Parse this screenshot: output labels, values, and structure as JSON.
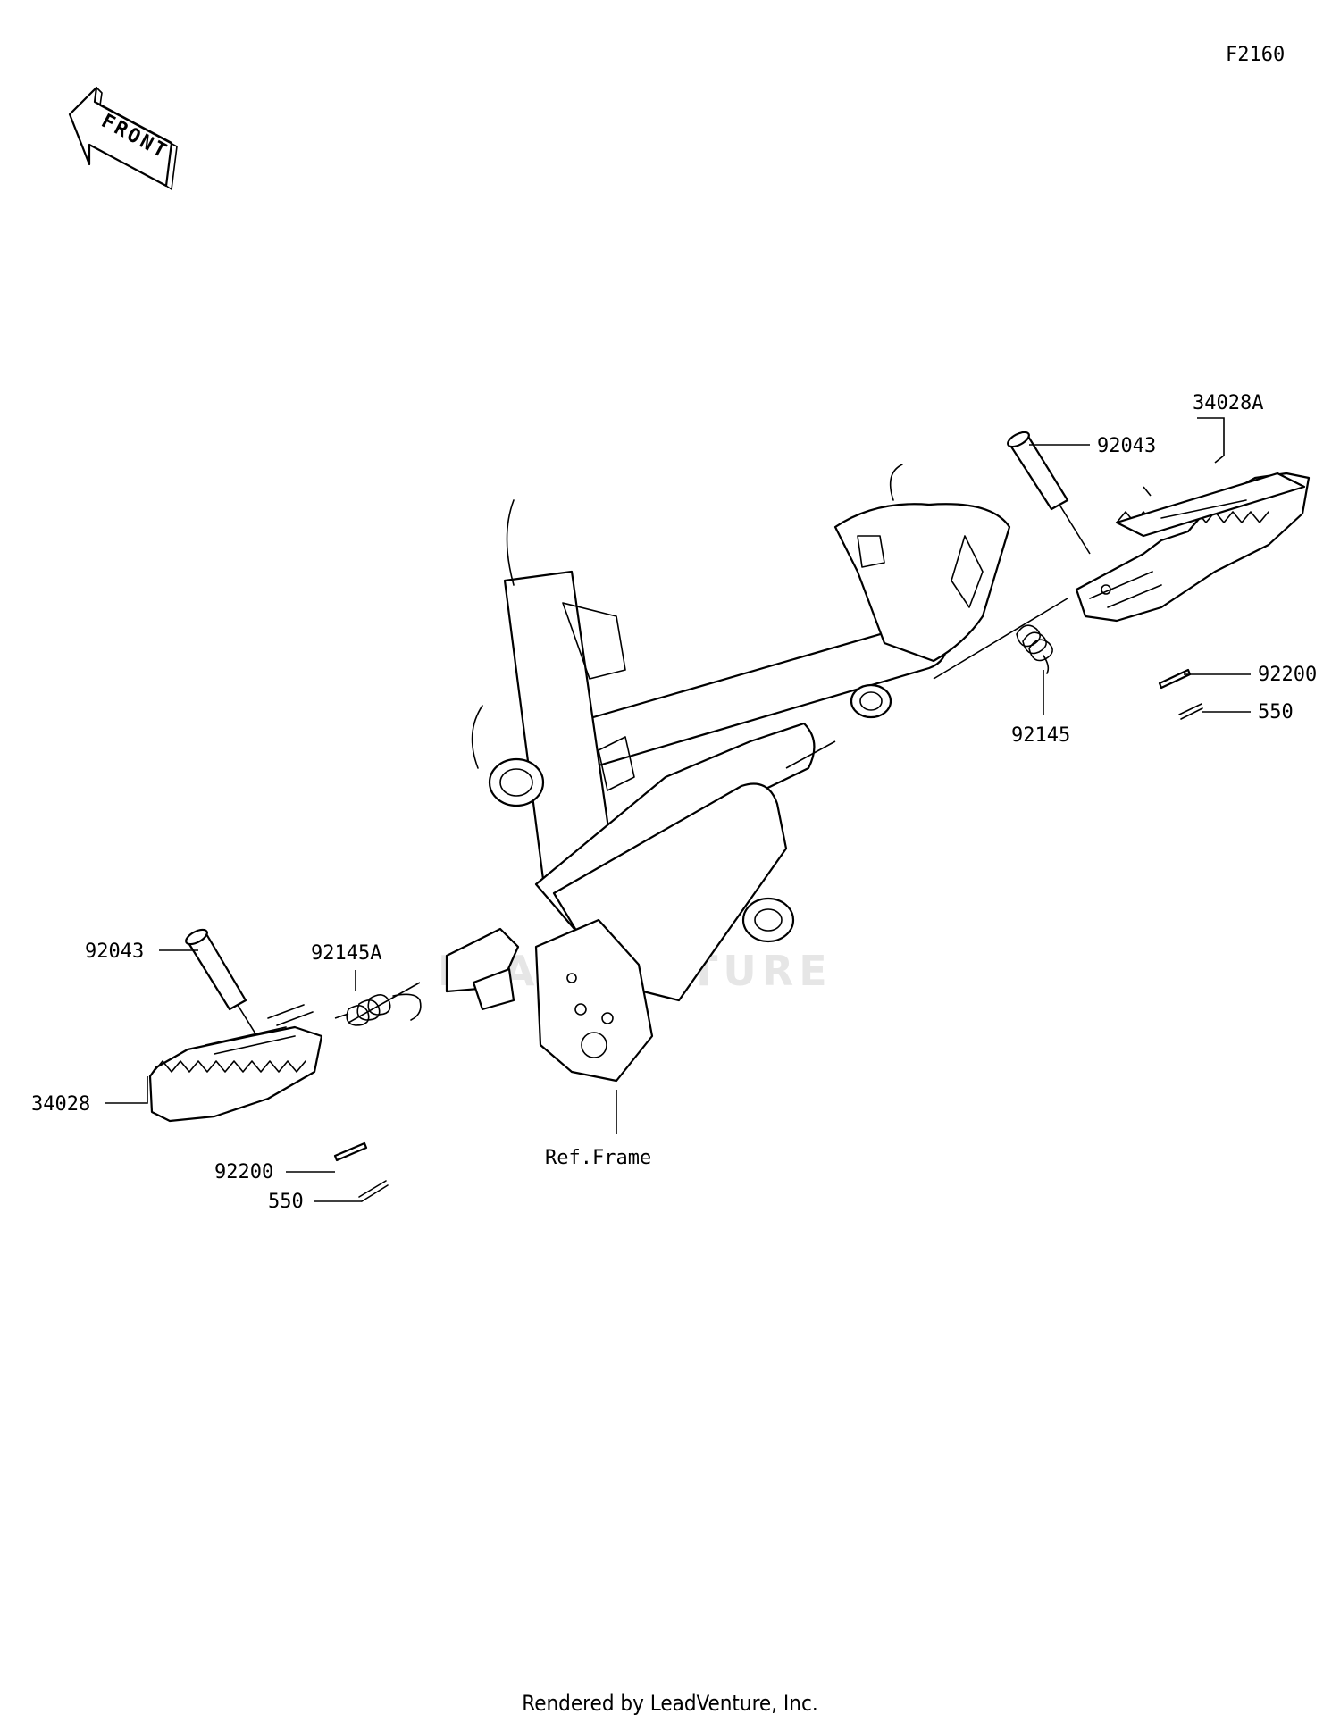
{
  "diagram": {
    "code": "F2160",
    "front_label": "FRONT",
    "reference_label": "Ref.Frame",
    "watermark": "LEADVENTURE",
    "footer": "Rendered by LeadVenture, Inc.",
    "callouts": {
      "right_footpeg": "34028A",
      "right_pin": "92043",
      "right_spring": "92145",
      "right_washer": "92200",
      "right_cotter": "550",
      "left_footpeg": "34028",
      "left_pin": "92043",
      "left_spring": "92145A",
      "left_washer": "92200",
      "left_cotter": "550"
    }
  }
}
